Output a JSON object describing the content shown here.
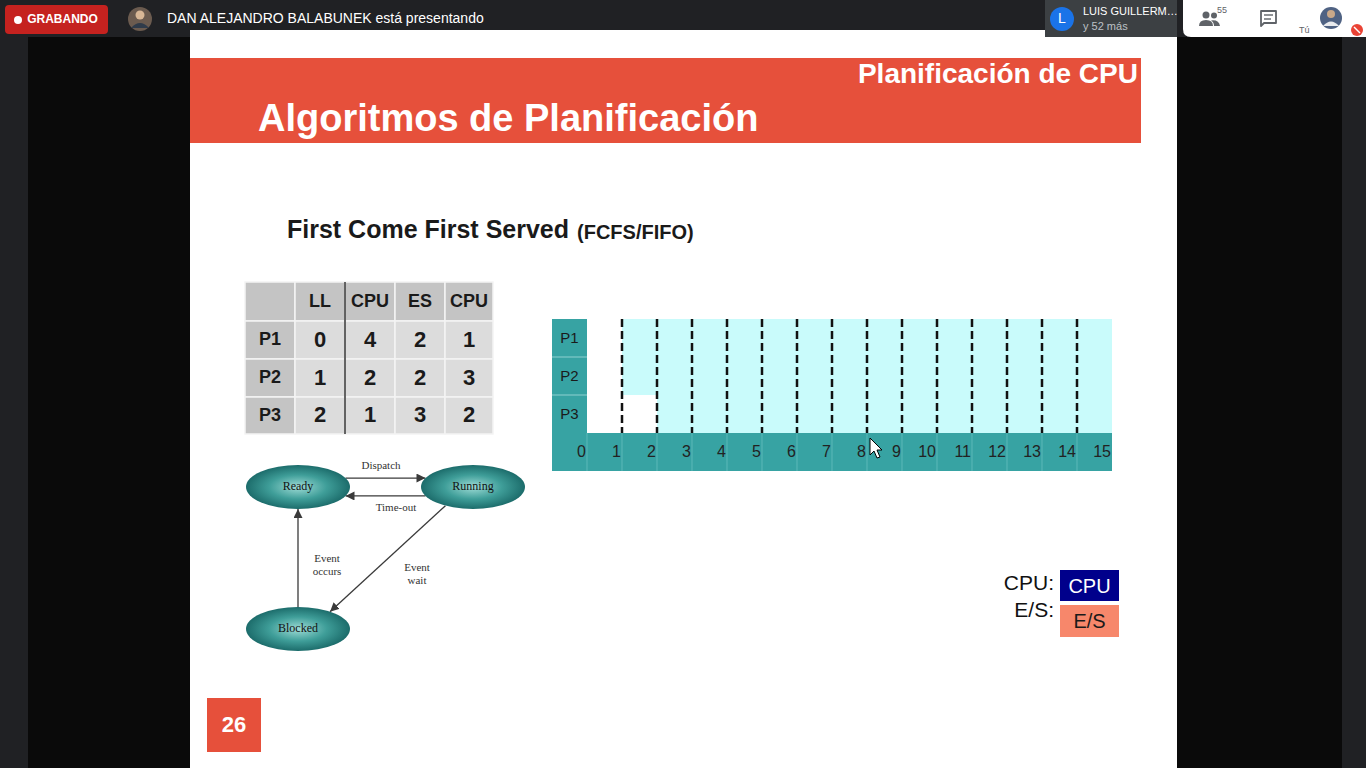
{
  "diagram": {
    "title": "Algoritmos de Planificación",
    "nodes": [
      {
        "text": [
          "GRABANDO"
        ]
      },
      {
        "text": [
          "L"
        ]
      },
      {
        "text": [
          "Ready"
        ]
      },
      {
        "text": [
          "Running"
        ]
      },
      {
        "text": [
          "Blocked"
        ]
      },
      {
        "text": [
          "26"
        ]
      }
    ],
    "edges": [
      {
        "from": 2,
        "to": 3,
        "label": "Dispatch",
        "arrow": "to"
      },
      {
        "from": 3,
        "to": 2,
        "label": "Time-out",
        "arrow": "to"
      },
      {
        "from": 3,
        "to": 4,
        "label": "Event wait",
        "arrow": "to"
      },
      {
        "from": 4,
        "to": 2,
        "label": "Event occurs",
        "arrow": "to"
      }
    ],
    "labels": [
      "DAN ALEJANDRO BALABUNEK está presentando",
      "LUIS GUILLERM…",
      "y 52 más",
      "55",
      "Tú",
      "Planificación de CPU",
      "First Come First Served",
      "(FCFS/FIFO)",
      "LL",
      "CPU",
      "ES",
      "CPU",
      "P1",
      "0",
      "4",
      "2",
      "1",
      "P2",
      "1",
      "2",
      "2",
      "3",
      "P3",
      "2",
      "1",
      "3",
      "2",
      "P1",
      "P2",
      "P3",
      "0",
      "1",
      "2",
      "3",
      "4",
      "5",
      "6",
      "7",
      "8",
      "9",
      "10",
      "11",
      "12",
      "13",
      "14",
      "15",
      "CPU",
      "E/S"
    ],
    "legend": [
      {
        "text": "CPU:",
        "color": "#00008b"
      },
      {
        "text": "E/S:",
        "color": "#f7876b"
      }
    ]
  }
}
